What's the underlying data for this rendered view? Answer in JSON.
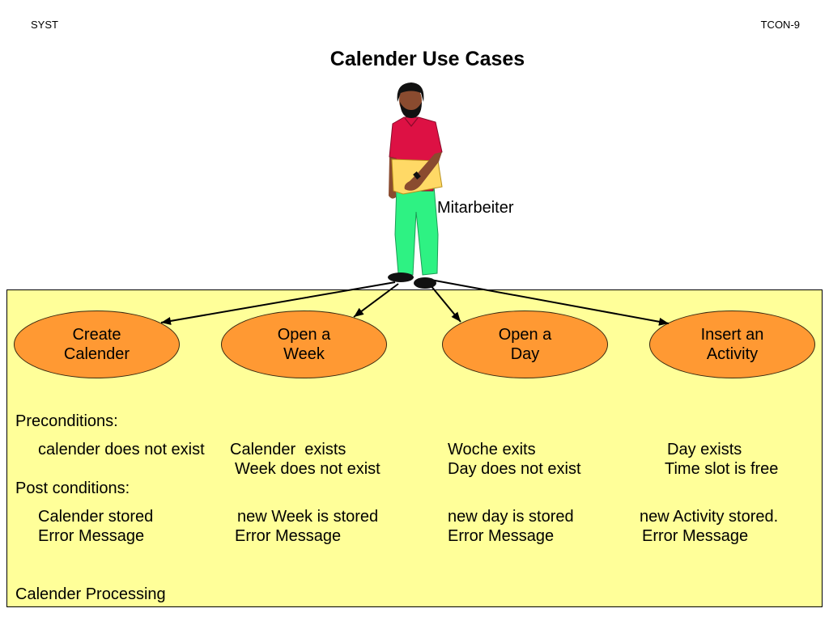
{
  "header": {
    "left": "SYST",
    "right": "TCON-9"
  },
  "title": "Calender Use Cases",
  "actor": {
    "label": "Mitarbeiter",
    "icon": "person-actor-icon"
  },
  "use_cases": [
    {
      "line1": "Create",
      "line2": "Calender"
    },
    {
      "line1": "Open a",
      "line2": "Week"
    },
    {
      "line1": "Open a",
      "line2": "Day"
    },
    {
      "line1": "Insert an",
      "line2": "Activity"
    }
  ],
  "preconditions": {
    "label": "Preconditions:",
    "columns": [
      [
        "calender does not exist"
      ],
      [
        "Calender  exists",
        "Week does not exist"
      ],
      [
        "Woche exits",
        "Day does not exist"
      ],
      [
        "Day exists",
        "Time slot is free"
      ]
    ]
  },
  "postconditions": {
    "label": "Post conditions:",
    "columns": [
      [
        "Calender stored",
        "Error Message"
      ],
      [
        "new Week is stored",
        "Error Message"
      ],
      [
        "new day is stored",
        "Error Message"
      ],
      [
        "new Activity stored.",
        "Error Message"
      ]
    ]
  },
  "footer": "Calender Processing",
  "colors": {
    "panel": "#ffff99",
    "use_case_fill": "#ff9933",
    "shirt": "#dd1144",
    "pants": "#2ef283",
    "folder": "#ffd966",
    "skin": "#8a4b2f",
    "hair": "#111111"
  }
}
